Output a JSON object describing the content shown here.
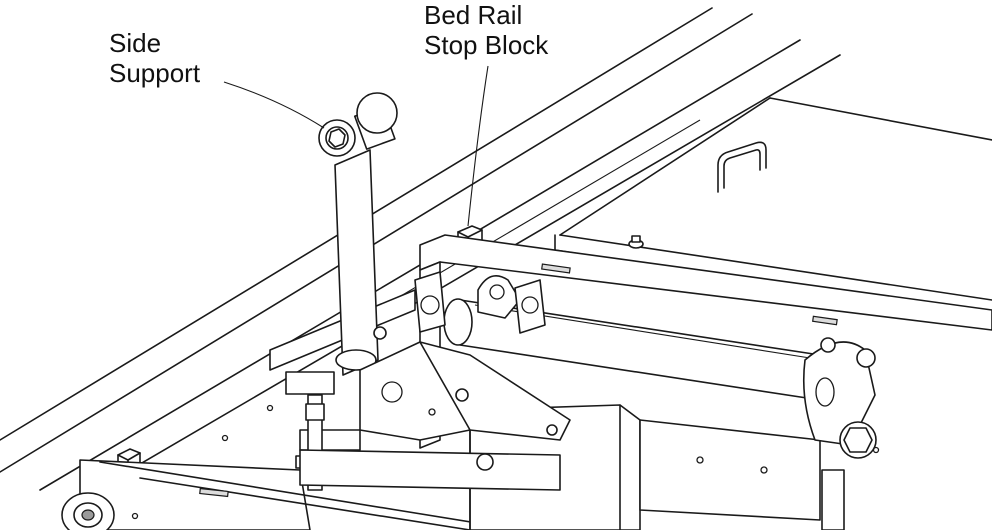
{
  "callouts": {
    "side_support": {
      "line1": "Side",
      "line2": "Support"
    },
    "bed_rail_stop_block": {
      "line1": "Bed Rail",
      "line2": "Stop Block"
    }
  },
  "colors": {
    "ink": "#1a1a1a",
    "background": "#ffffff",
    "shade": "#dcdcdc"
  }
}
